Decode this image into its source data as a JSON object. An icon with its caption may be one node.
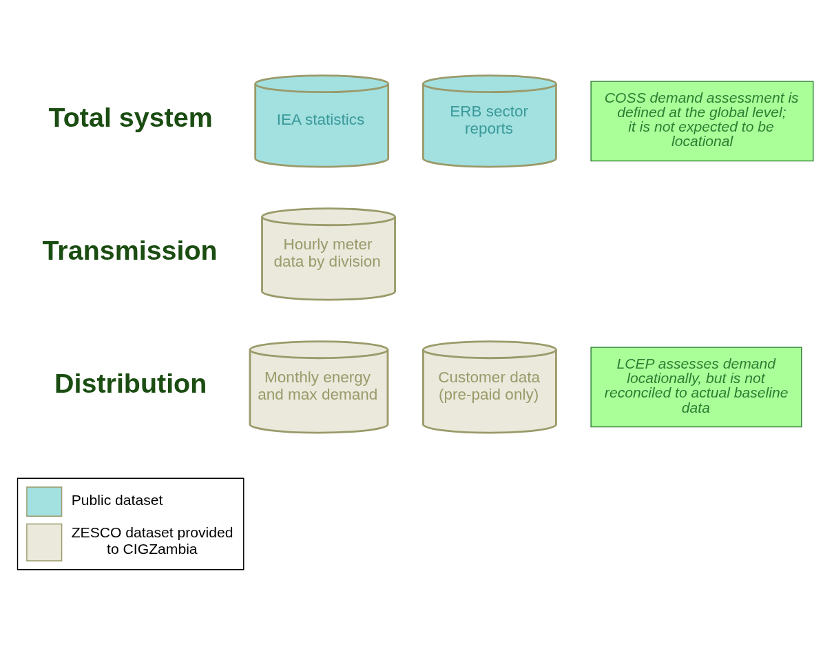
{
  "diagram": {
    "nodes": [
      {
        "text": [
          "IEA statistics"
        ]
      },
      {
        "text": [
          "ERB sector reports"
        ]
      },
      {
        "text": [
          "COSS demand assessment is defined at the global level; it is not expected to be locational"
        ]
      },
      {
        "text": [
          "Hourly meter data by division"
        ]
      },
      {
        "text": [
          "Monthly energy and max demand"
        ]
      },
      {
        "text": [
          "Customer data (pre-paid only)"
        ]
      },
      {
        "text": [
          "LCEP assesses demand locationally, but is not reconciled to actual baseline data"
        ]
      }
    ],
    "edges": [],
    "labels": [
      "Total system",
      "Transmission",
      "Distribution"
    ],
    "legend": [
      {
        "text": "Public dataset",
        "color": "#a3e0e0"
      },
      {
        "text": "ZESCO dataset provided to CIGZambia",
        "color": "#eae9dc"
      }
    ]
  }
}
